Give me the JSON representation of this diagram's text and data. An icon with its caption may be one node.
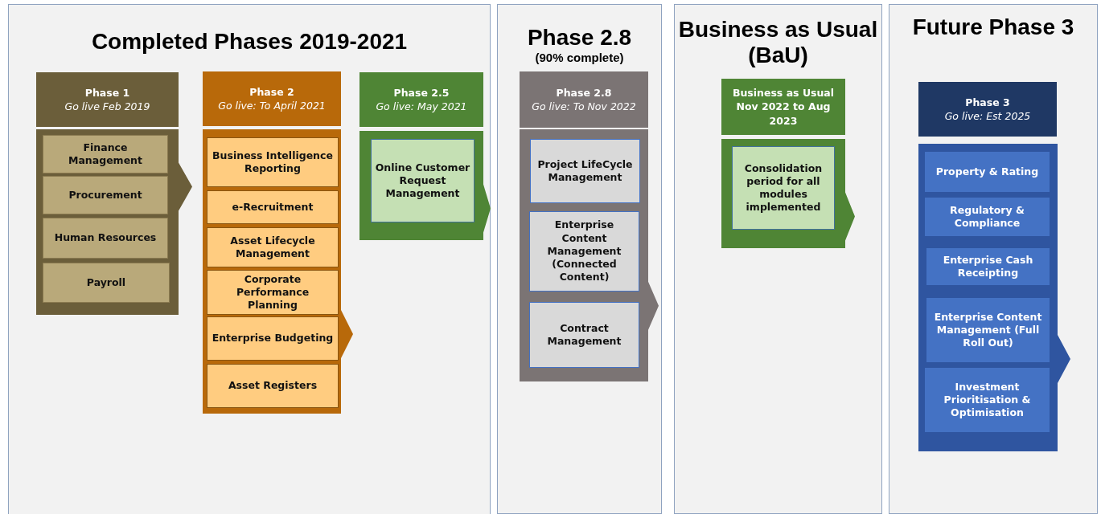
{
  "diagram": {
    "nodes": [
      {
        "text": [
          "Completed Phases 2019-2021"
        ]
      },
      {
        "text": [
          "Phase 1",
          "Go live Feb 2019"
        ],
        "in": 0
      },
      {
        "text": [],
        "shape": "chevron",
        "in": 0
      },
      {
        "text": [
          "Finance Management"
        ],
        "in": 2
      },
      {
        "text": [
          "Procurement"
        ],
        "in": 2
      },
      {
        "text": [
          "Human Resources"
        ],
        "in": 2
      },
      {
        "text": [
          "Payroll"
        ],
        "in": 2
      },
      {
        "text": [
          "Phase 2",
          "Go live: To April 2021"
        ],
        "in": 0
      },
      {
        "text": [],
        "shape": "chevron",
        "in": 0
      },
      {
        "text": [
          "Business Intelligence Reporting"
        ],
        "in": 8
      },
      {
        "text": [
          "e-Recruitment"
        ],
        "in": 8
      },
      {
        "text": [
          "Asset Lifecycle Management"
        ],
        "in": 8
      },
      {
        "text": [
          "Corporate Performance Planning"
        ],
        "in": 8
      },
      {
        "text": [
          "Enterprise Budgeting"
        ],
        "in": 8
      },
      {
        "text": [
          "Asset Registers"
        ],
        "in": 8
      },
      {
        "text": [
          "Phase 2.5",
          "Go live: May 2021"
        ],
        "in": 0
      },
      {
        "text": [],
        "shape": "chevron",
        "in": 0
      },
      {
        "text": [
          "Online Customer Request Management"
        ],
        "in": 16
      },
      {
        "text": [
          "Phase 2.8",
          "(90% complete)"
        ]
      },
      {
        "text": [
          "Phase 2.8",
          "Go live: To Nov 2022"
        ],
        "in": 18
      },
      {
        "text": [],
        "shape": "chevron",
        "in": 18
      },
      {
        "text": [
          "Project LifeCycle Management"
        ],
        "in": 20
      },
      {
        "text": [
          "Enterprise Content Management (Connected Content)"
        ],
        "in": 20
      },
      {
        "text": [
          "Contract Management"
        ],
        "in": 20
      },
      {
        "text": [
          "Business as Usual (BaU)"
        ]
      },
      {
        "text": [
          "Business as Usual Nov 2022 to Aug 2023"
        ],
        "in": 24
      },
      {
        "text": [],
        "shape": "chevron",
        "in": 24
      },
      {
        "text": [
          "Consolidation period for all modules implemented"
        ],
        "in": 26
      },
      {
        "text": [
          "Future Phase 3"
        ]
      },
      {
        "text": [
          "Phase 3",
          "Go live: Est 2025"
        ],
        "in": 28
      },
      {
        "text": [],
        "shape": "chevron",
        "in": 28
      },
      {
        "text": [
          "Property & Rating"
        ],
        "in": 30
      },
      {
        "text": [
          "Regulatory & Compliance"
        ],
        "in": 30
      },
      {
        "text": [
          "Enterprise Cash Receipting"
        ],
        "in": 30
      },
      {
        "text": [
          "Enterprise Content Management (Full Roll Out)"
        ],
        "in": 30
      },
      {
        "text": [
          "Investment Prioritisation & Optimisation"
        ],
        "in": 30
      }
    ]
  }
}
